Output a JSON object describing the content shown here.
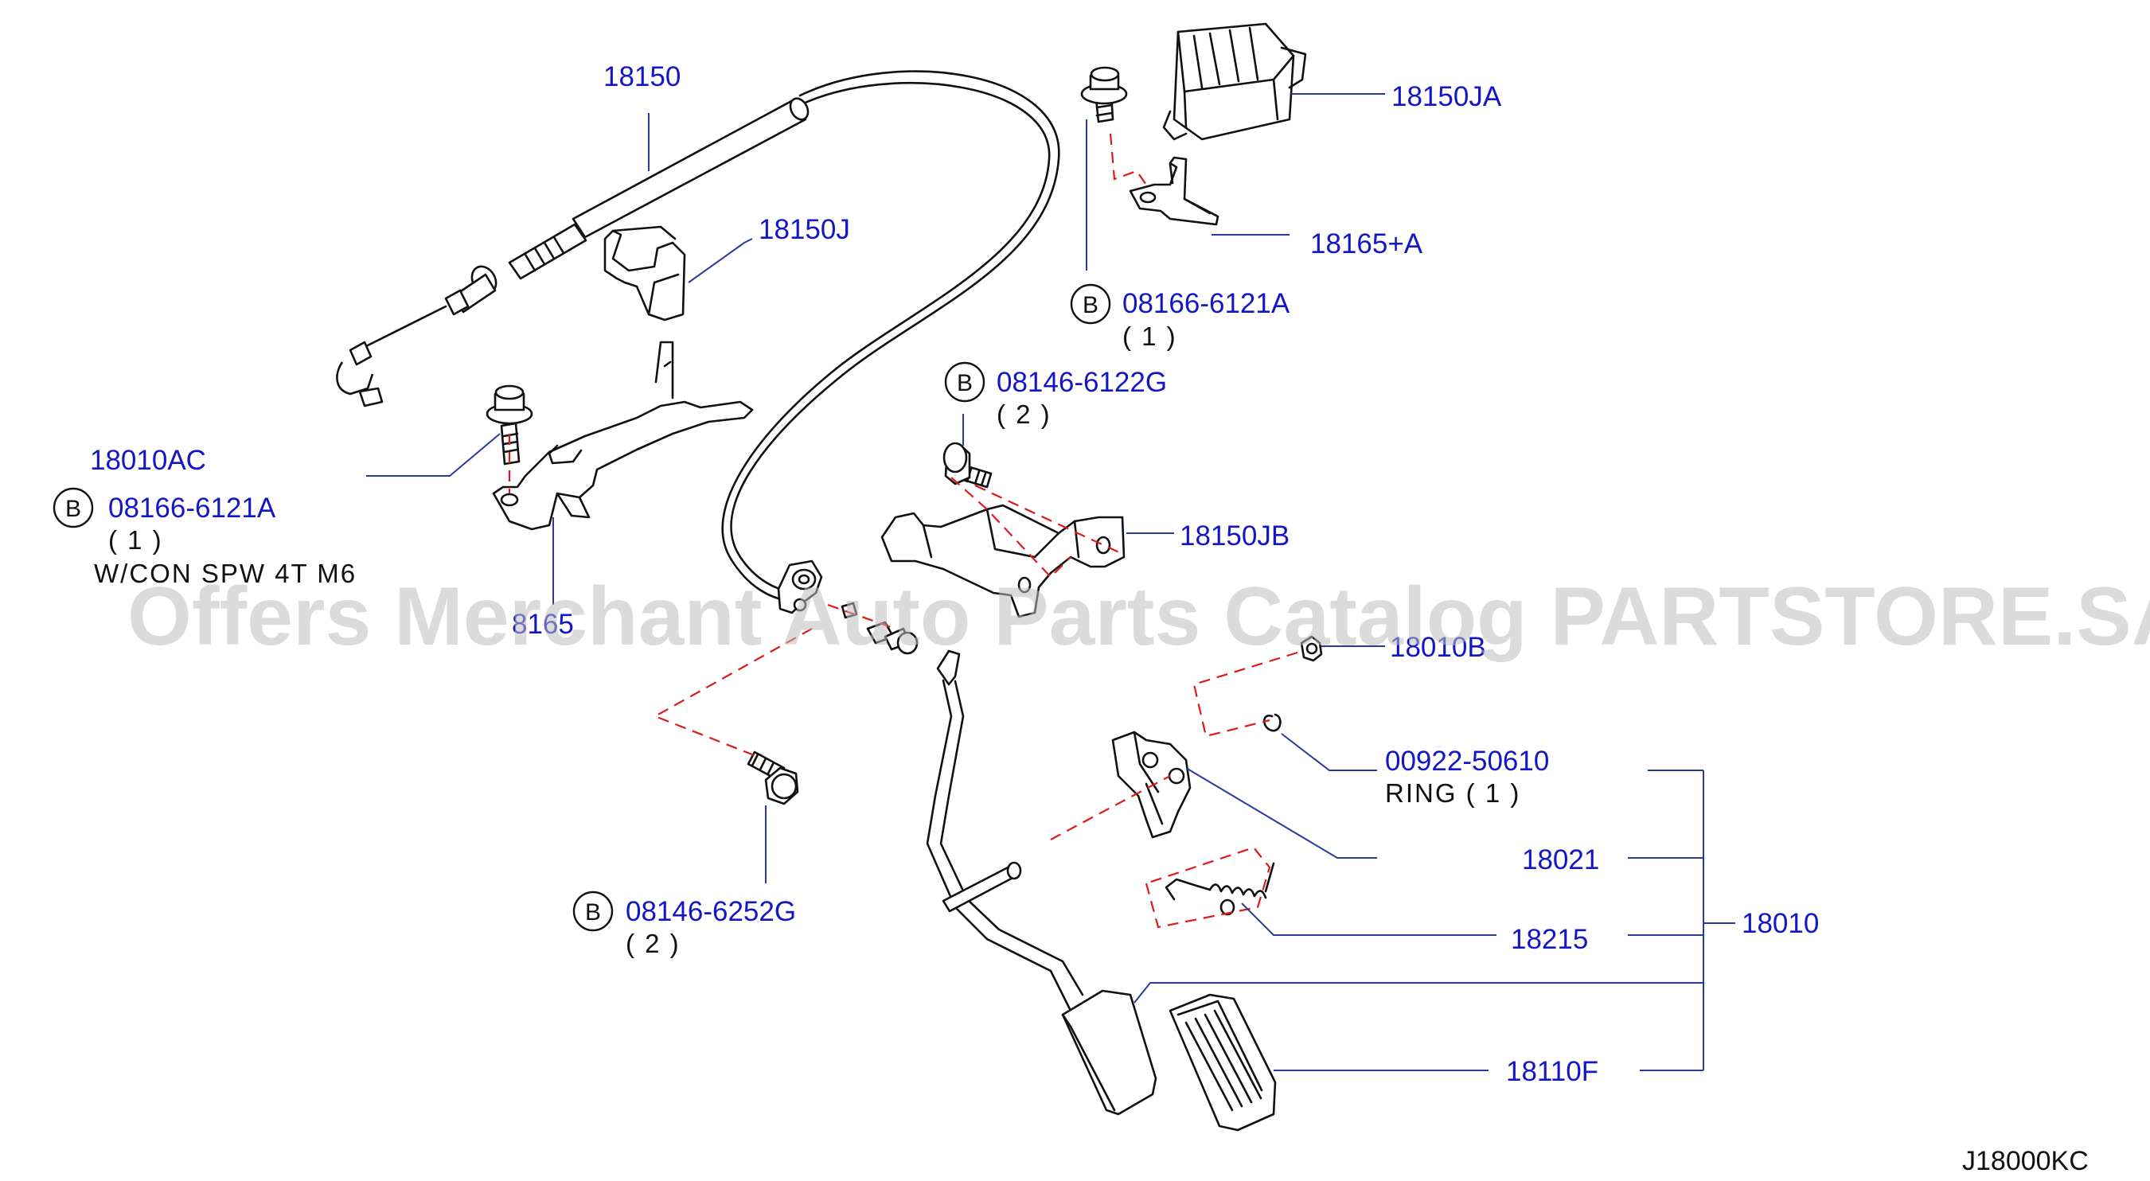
{
  "diagram_code": "J18000KC",
  "watermark": "Offers Merchant Auto Parts Catalog PARTSTORE.SA",
  "bolt_mark": "B",
  "labels": {
    "p18150": "18150",
    "p18150JA": "18150JA",
    "p18150J": "18150J",
    "p18165A": "18165+A",
    "p08166_top": "08166-6121A",
    "p08166_top_qty": "( 1 )",
    "p08146_6122G": "08146-6122G",
    "p08146_6122G_qty": "( 2 )",
    "p18010AC": "18010AC",
    "p08166_left": "08166-6121A",
    "p08166_left_qty": "( 1 )",
    "note": "W/CON  SPW  4T  M6",
    "p8165_partial": "8165",
    "p18150JB": "18150JB",
    "p18010B": "18010B",
    "p00922": "00922-50610",
    "ring": "RING    ( 1 )",
    "p18021": "18021",
    "p18215": "18215",
    "p18010": "18010",
    "p08146_6252G": "08146-6252G",
    "p08146_6252G_qty": "( 2 )",
    "p18110F": "18110F"
  }
}
